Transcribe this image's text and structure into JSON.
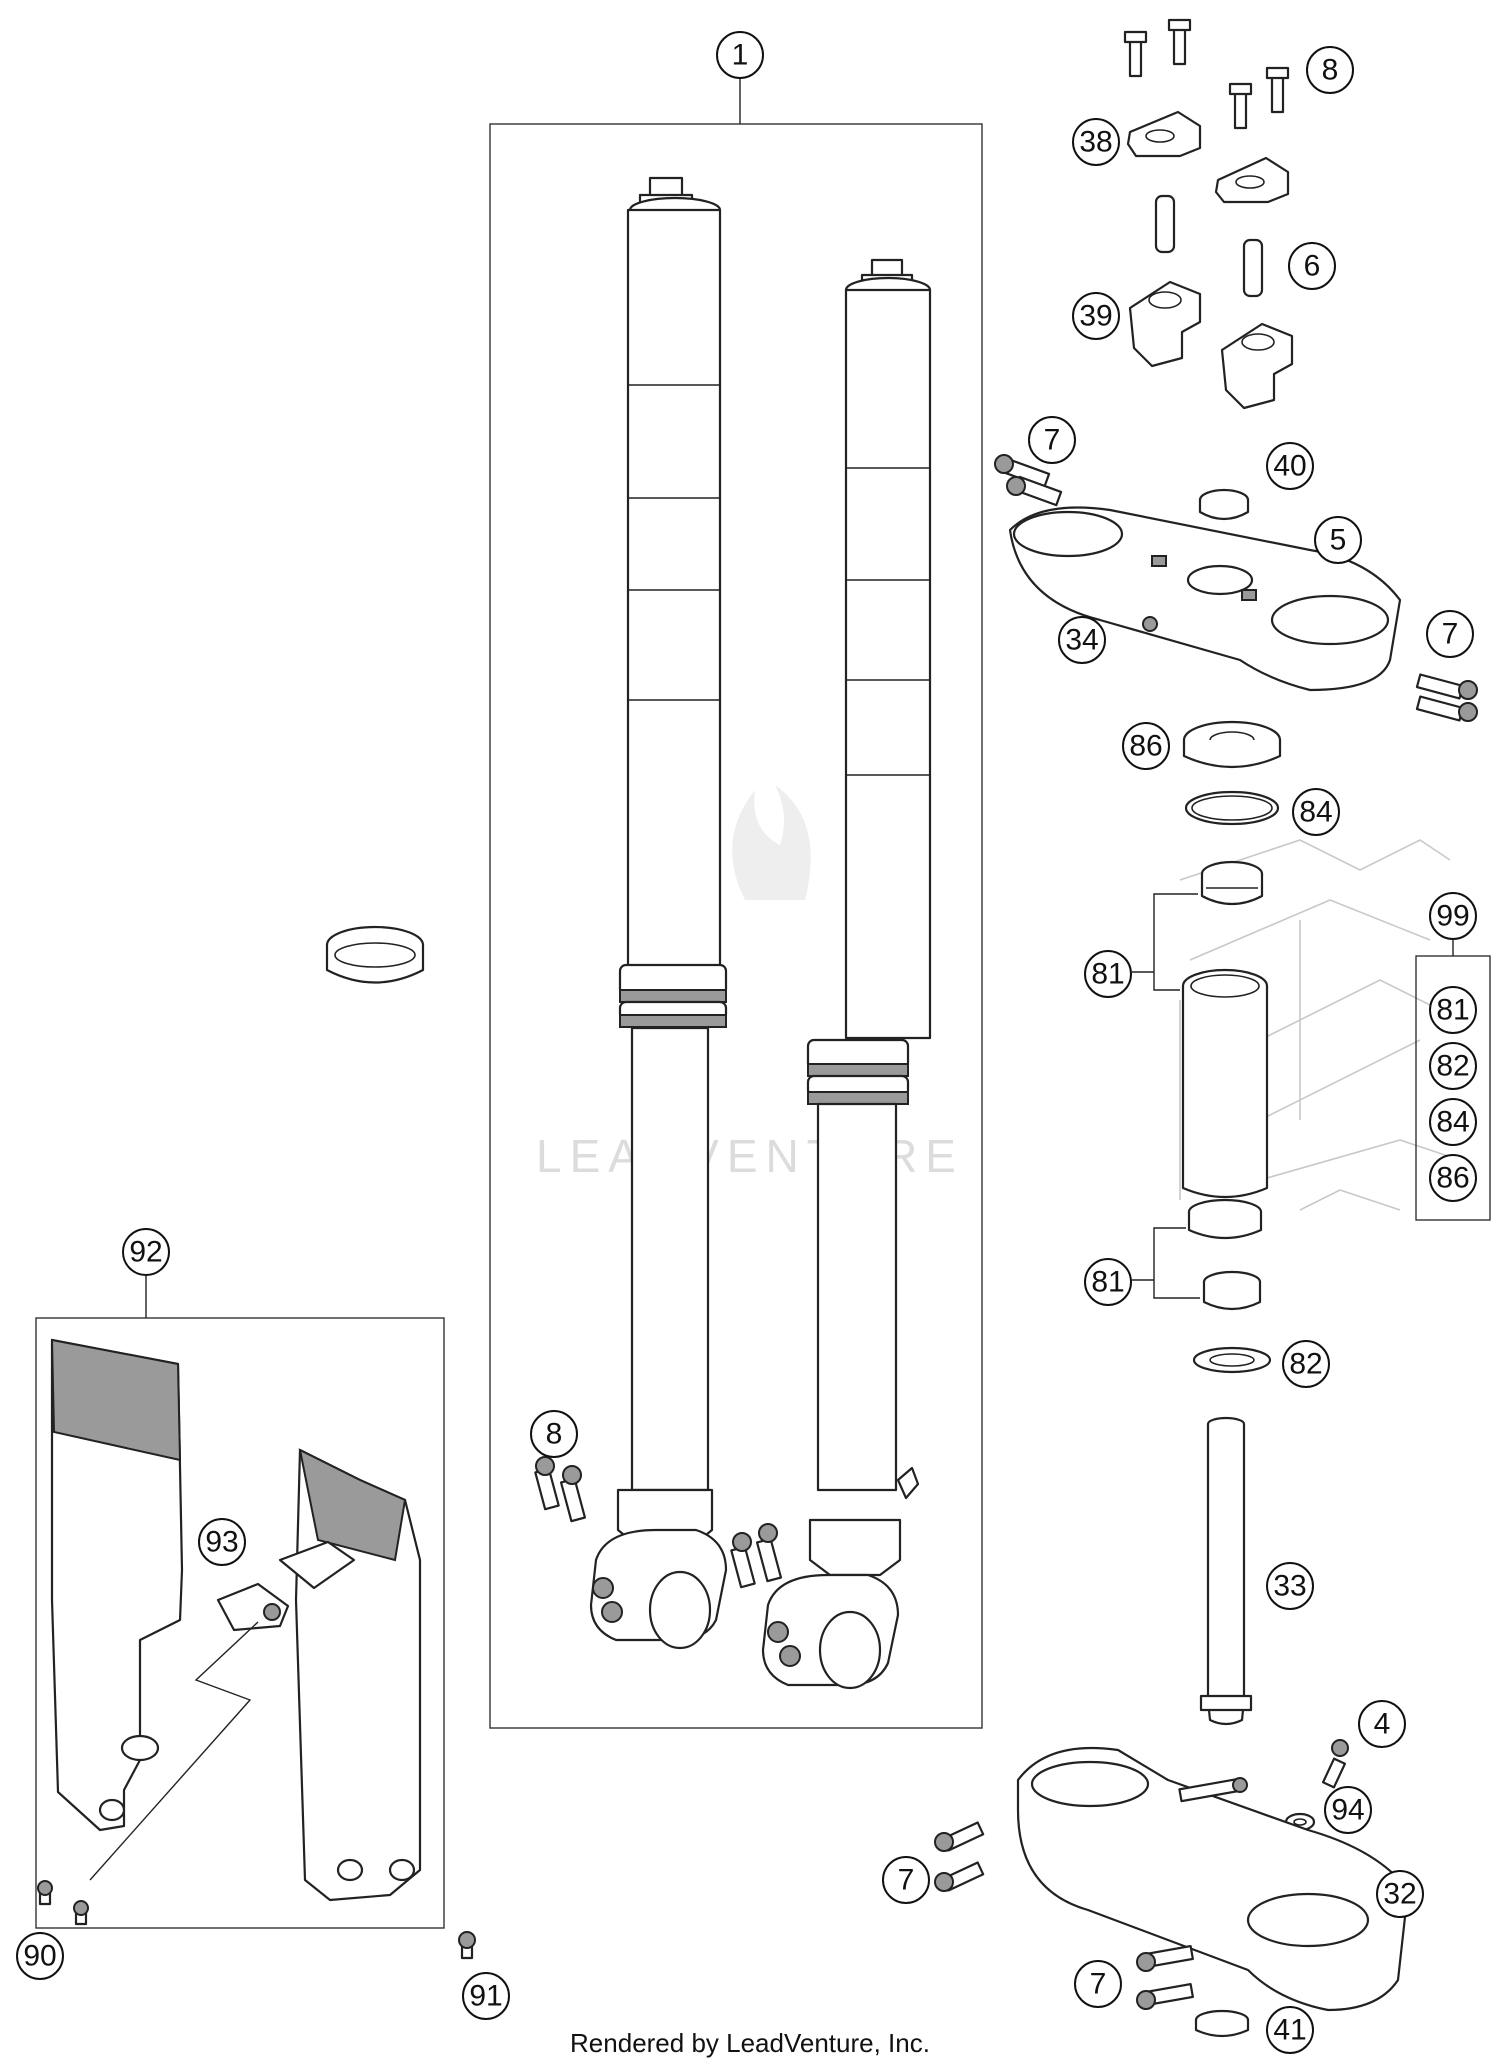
{
  "diagram": {
    "watermark": "LEADVENTURE",
    "footer": "Rendered by LeadVenture, Inc.",
    "callouts": [
      {
        "id": "1",
        "label": "1"
      },
      {
        "id": "8a",
        "label": "8"
      },
      {
        "id": "38",
        "label": "38"
      },
      {
        "id": "6",
        "label": "6"
      },
      {
        "id": "39",
        "label": "39"
      },
      {
        "id": "7a",
        "label": "7"
      },
      {
        "id": "40",
        "label": "40"
      },
      {
        "id": "5",
        "label": "5"
      },
      {
        "id": "34",
        "label": "34"
      },
      {
        "id": "7b",
        "label": "7"
      },
      {
        "id": "86",
        "label": "86"
      },
      {
        "id": "84",
        "label": "84"
      },
      {
        "id": "99",
        "label": "99"
      },
      {
        "id": "81a",
        "label": "81"
      },
      {
        "id": "k81",
        "label": "81"
      },
      {
        "id": "k82",
        "label": "82"
      },
      {
        "id": "k84",
        "label": "84"
      },
      {
        "id": "k86",
        "label": "86"
      },
      {
        "id": "81b",
        "label": "81"
      },
      {
        "id": "82",
        "label": "82"
      },
      {
        "id": "33",
        "label": "33"
      },
      {
        "id": "4",
        "label": "4"
      },
      {
        "id": "94",
        "label": "94"
      },
      {
        "id": "7c",
        "label": "7"
      },
      {
        "id": "32",
        "label": "32"
      },
      {
        "id": "7d",
        "label": "7"
      },
      {
        "id": "41",
        "label": "41"
      },
      {
        "id": "92",
        "label": "92"
      },
      {
        "id": "93",
        "label": "93"
      },
      {
        "id": "8b",
        "label": "8"
      },
      {
        "id": "90",
        "label": "90"
      },
      {
        "id": "91",
        "label": "91"
      }
    ]
  }
}
